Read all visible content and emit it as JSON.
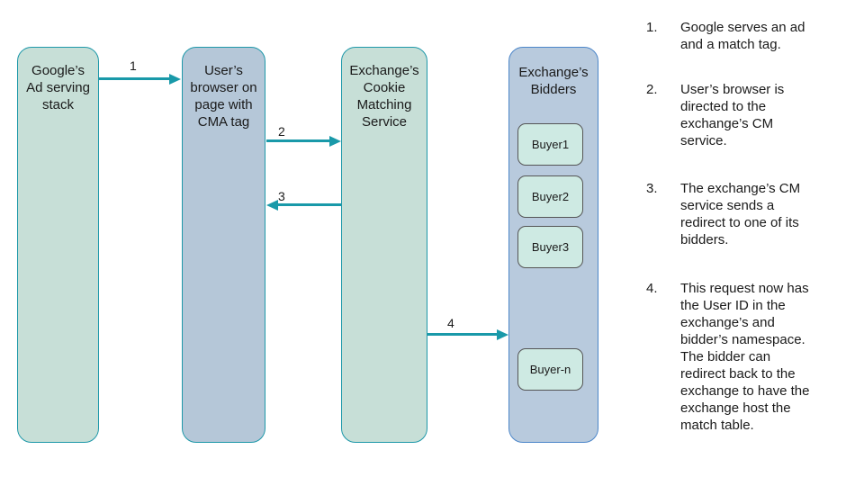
{
  "diagram": {
    "nodes": [
      {
        "id": "google-ad-stack",
        "label": "Google’s\nAd serving\nstack"
      },
      {
        "id": "users-browser",
        "label": "User’s\nbrowser on\npage with\nCMA tag"
      },
      {
        "id": "exchange-cm-service",
        "label": "Exchange’s\nCookie\nMatching\nService"
      },
      {
        "id": "exchange-bidders",
        "label": "Exchange’s\nBidders"
      }
    ],
    "buyers": [
      "Buyer1",
      "Buyer2",
      "Buyer3",
      "Buyer-n"
    ],
    "arrows": [
      {
        "label": "1",
        "from": "google-ad-stack",
        "to": "users-browser",
        "direction": "right"
      },
      {
        "label": "2",
        "from": "users-browser",
        "to": "exchange-cm-service",
        "direction": "right"
      },
      {
        "label": "3",
        "from": "exchange-cm-service",
        "to": "users-browser",
        "direction": "left"
      },
      {
        "label": "4",
        "from": "exchange-cm-service",
        "to": "exchange-bidders",
        "direction": "right"
      }
    ]
  },
  "steps": [
    {
      "number": "1.",
      "text": "Google serves an ad\nand a match tag."
    },
    {
      "number": "2.",
      "text": "User’s browser is\ndirected to the\nexchange’s CM\nservice."
    },
    {
      "number": "3.",
      "text": "The exchange’s CM\nservice sends a\nredirect to one of its\nbidders."
    },
    {
      "number": "4.",
      "text": "This request now has\nthe User ID in the\nexchange’s and\nbidder’s namespace.\nThe bidder can\nredirect back to the\nexchange to have the\nexchange host the\nmatch table."
    }
  ],
  "colors": {
    "teal_border": "#1E98A9",
    "arrow_teal": "#1999A9",
    "green_fill": "#C7DFD7",
    "bluegray_fill": "#B5C7D8",
    "bidders_fill": "#B8CADD",
    "blue_border": "#4C86C9",
    "buyer_fill": "#CEEAE3",
    "buyer_border": "#555555",
    "text": "#1a1a1a",
    "background": "#ffffff"
  }
}
